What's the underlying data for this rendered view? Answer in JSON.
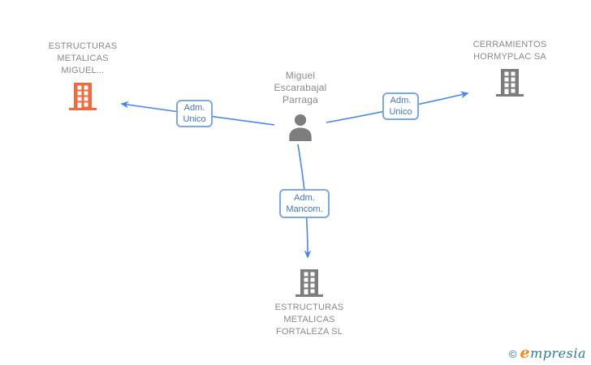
{
  "colors": {
    "line_blue": "#4a86e8",
    "box_border_blue": "#7ea7e8",
    "box_text_blue": "#4273d0",
    "company_gray": "#8a8a8a",
    "icon_gray": "#7d7d7d",
    "building_orange": "#f4683c",
    "logo_teal": "#2b7a96",
    "logo_orange": "#f08a1e"
  },
  "person": {
    "name": "Miguel Escarabajal Parraga"
  },
  "companies": [
    {
      "name": "ESTRUCTURAS METALICAS MIGUEL...",
      "icon_color": "orange"
    },
    {
      "name": "CERRAMIENTOS HORMYPLAC SA",
      "icon_color": "gray"
    },
    {
      "name": "ESTRUCTURAS METALICAS FORTALEZA SL",
      "icon_color": "gray"
    }
  ],
  "relations": [
    {
      "label": "Adm. Unico"
    },
    {
      "label": "Adm. Unico"
    },
    {
      "label": "Adm. Mancom."
    }
  ],
  "footer": {
    "copyright": "©",
    "brand_first_letter": "e",
    "brand_rest": "mpresia"
  }
}
